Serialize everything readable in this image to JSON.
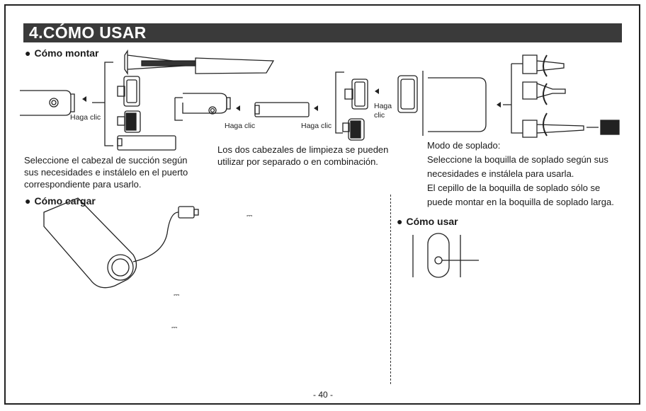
{
  "section_title": "4.CÓMO USAR",
  "mount": {
    "heading": "Cómo montar",
    "click_labels": [
      "Haga clic",
      "Haga clic",
      "Haga clic",
      "Haga",
      "clic"
    ],
    "left_text": [
      "Seleccione el cabezal de succión según",
      "sus necesidades e instálelo en el puerto",
      "correspondiente para usarlo."
    ],
    "middle_text": [
      "Los dos cabezales de limpieza se pueden",
      "utilizar por separado o en combinación."
    ],
    "blow_mode_title": "Modo de soplado:",
    "blow_text": [
      "Seleccione la boquilla de soplado según sus",
      "necesidades e instálela para usarla.",
      "El cepillo de la boquilla de soplado sólo se",
      "puede montar en la boquilla de soplado larga."
    ]
  },
  "charge": {
    "heading": "Cómo cargar",
    "dc_symbol": "⎓"
  },
  "use": {
    "heading": "Cómo usar"
  },
  "page_number": "- 40 -"
}
